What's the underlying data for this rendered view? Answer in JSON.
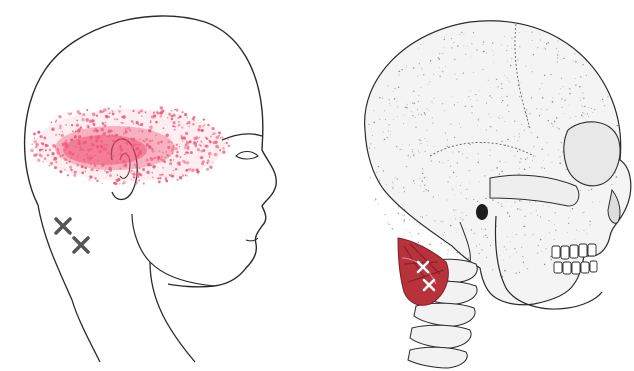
{
  "figure": {
    "colors": {
      "background": "#ffffff",
      "line": "#2b2b2b",
      "pain_zone": "#f05a7a",
      "pain_zone_dense": "#ee3f63",
      "trigger_mark": "#555555",
      "muscle": "#b8323c",
      "muscle_dark": "#7d1f28",
      "bone_stipple": "#6b6b6b"
    },
    "left_panel": {
      "subject": "head-profile-right-facing",
      "pain_pattern": "temporal-occipital-band",
      "trigger_points": 2,
      "trigger_symbol": "x-mark"
    },
    "right_panel": {
      "subject": "skull-lateral-view-with-cervical-spine",
      "highlighted_muscle": "suboccipital-region",
      "trigger_points": 2,
      "trigger_symbol": "x-mark"
    }
  }
}
